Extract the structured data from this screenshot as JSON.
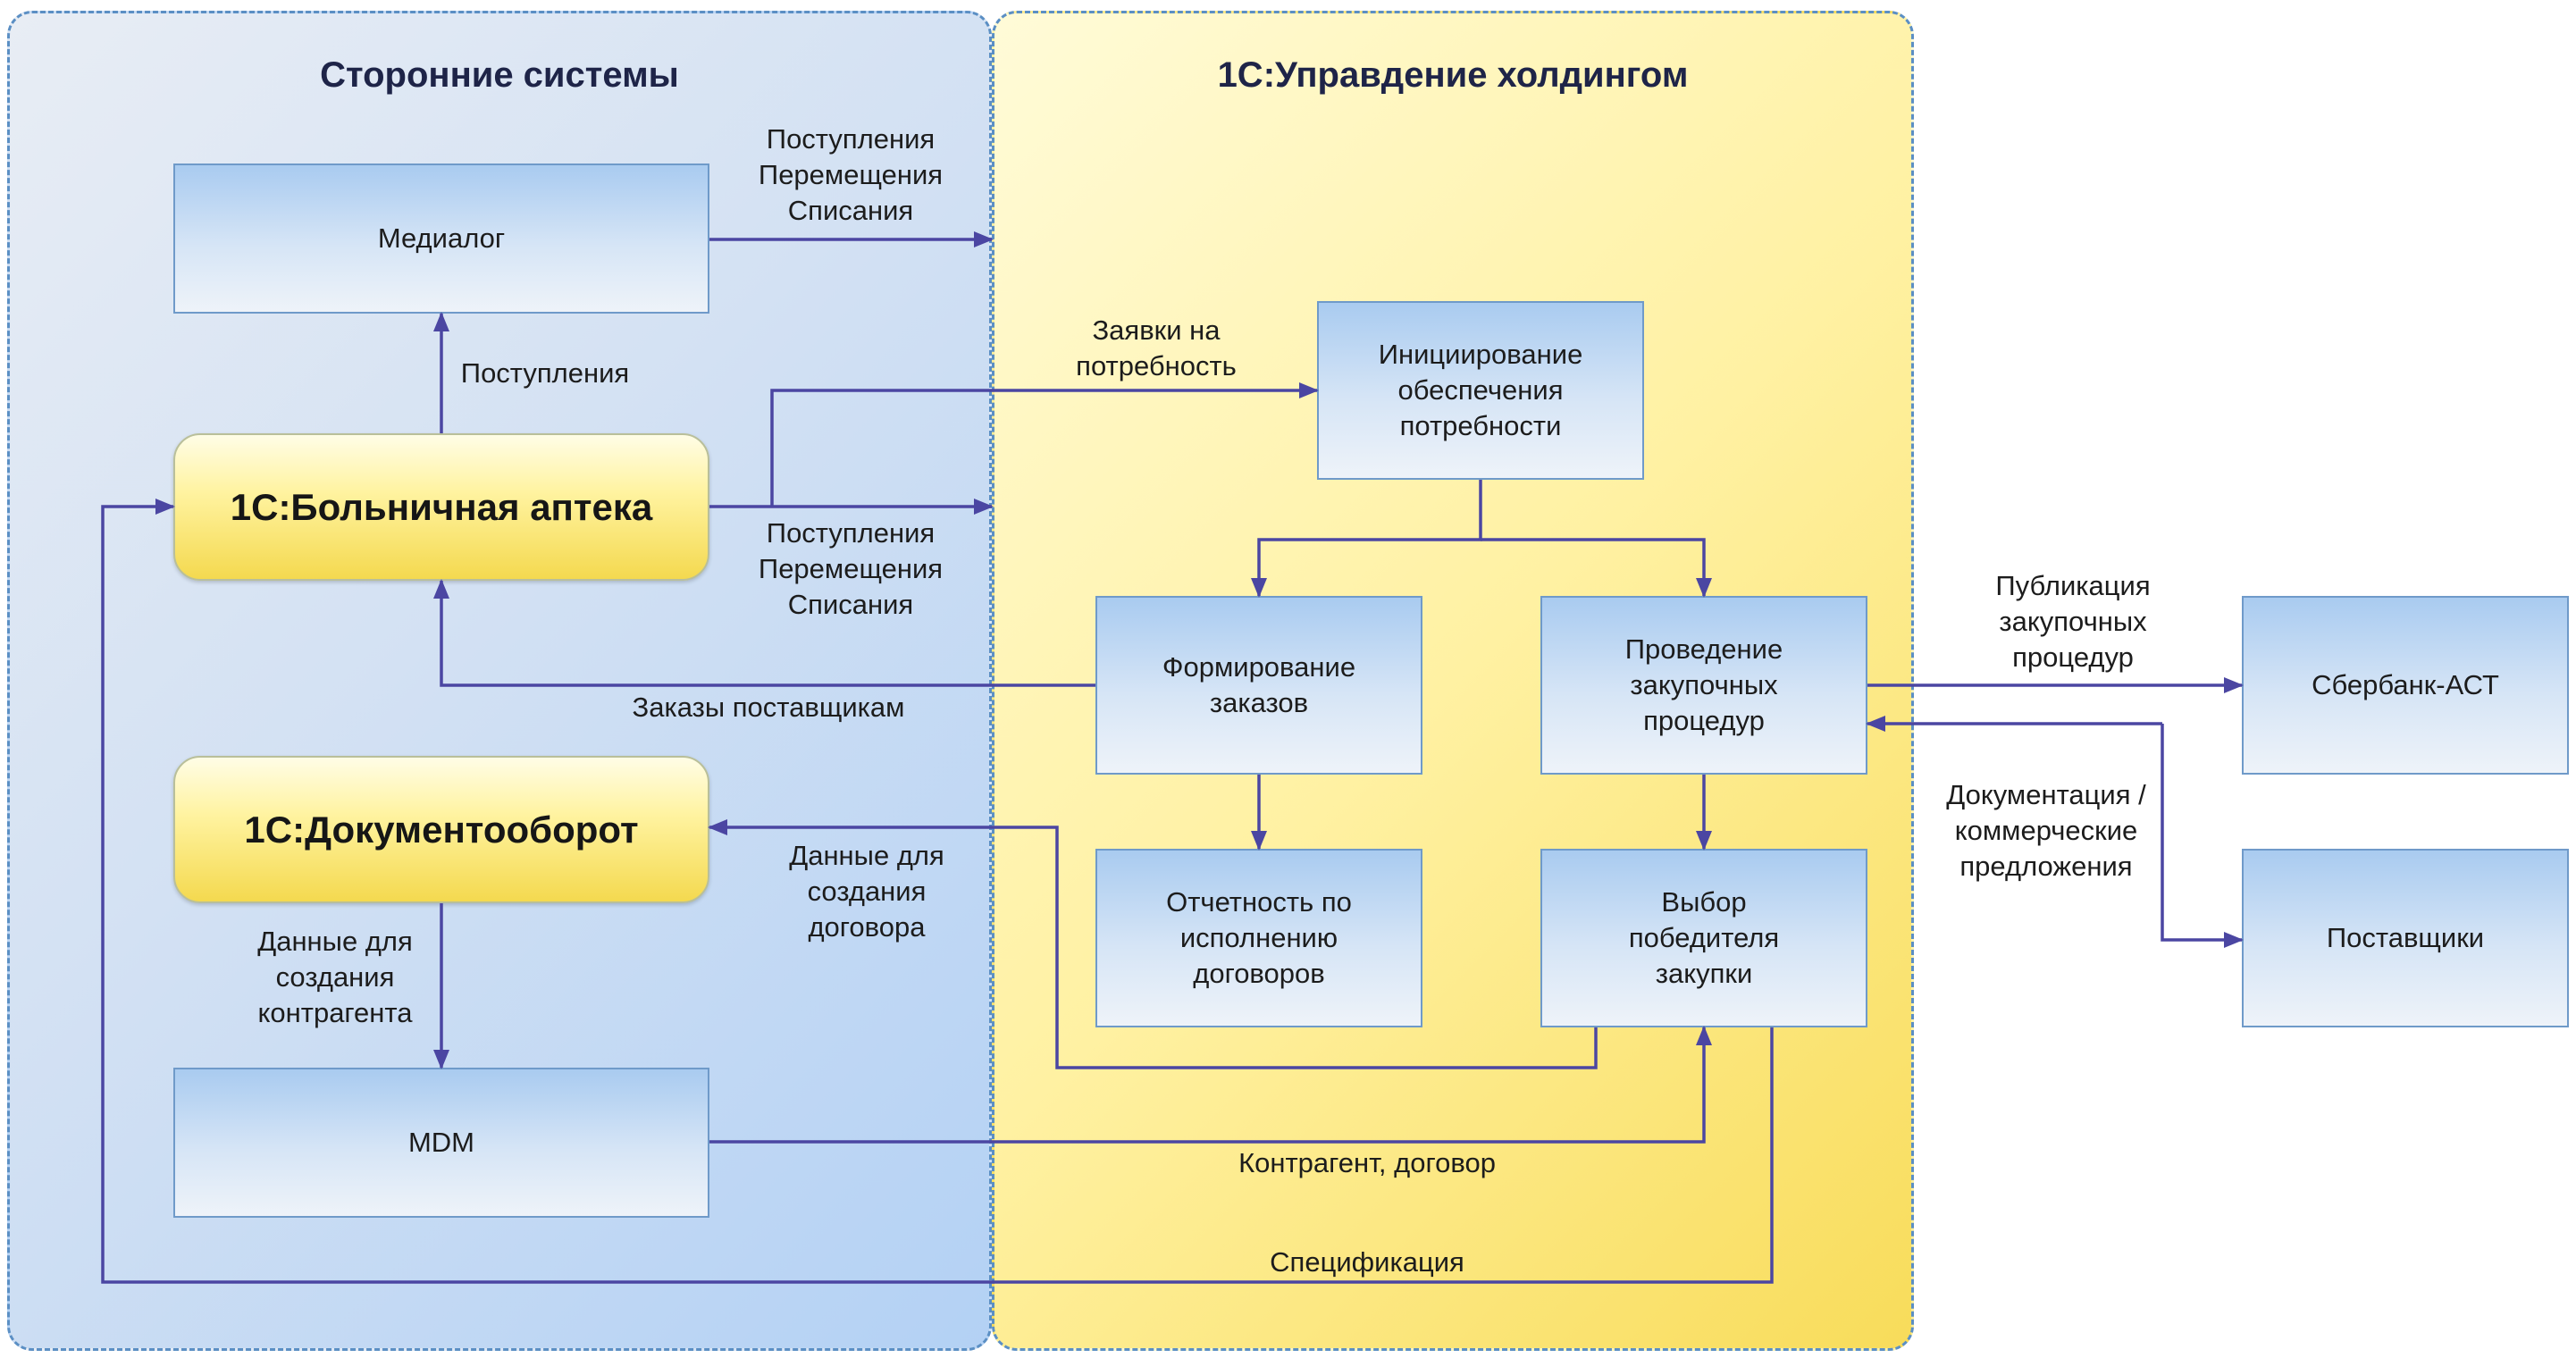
{
  "zones": {
    "left_title": "Сторонние системы",
    "right_title": "1С:Управдение холдингом"
  },
  "systems": {
    "hospital_pharmacy": "1С:Больничная аптека",
    "document_flow": "1С:Документооборот"
  },
  "boxes": {
    "medialog": "Медиалог",
    "mdm": "MDM",
    "initiation": "Инициирование\nобеспечения\nпотребности",
    "order_forming": "Формирование\nзаказов",
    "procurement": "Проведение\nзакупочных\nпроцедур",
    "contract_report": "Отчетность по\nисполнению\nдоговоров",
    "winner_selection": "Выбор\nпобедителя\nзакупки",
    "sberbank": "Сбербанк-АСТ",
    "suppliers": "Поставщики"
  },
  "labels": {
    "medialog_flow": "Поступления\nПеремещения\nСписания",
    "receipts_up": "Поступления",
    "demand_requests": "Заявки на\nпотребность",
    "pharmacy_flow": "Поступления\nПеремещения\nСписания",
    "supplier_orders": "Заказы поставщикам",
    "contract_data": "Данные для\nсоздания\nдоговора",
    "counterparty_data": "Данные для\nсоздания\nконтрагента",
    "counterparty_contract": "Контрагент, договор",
    "specification": "Спецификация",
    "publication": "Публикация\nзакупочных\nпроцедур",
    "documentation": "Документация /\nкоммерческие\nпредложения"
  },
  "colors": {
    "arrow": "#4b46a2",
    "left_zone": "#c8dcf4",
    "right_zone": "#fff1a2",
    "zone_border": "#5b8fc4"
  }
}
